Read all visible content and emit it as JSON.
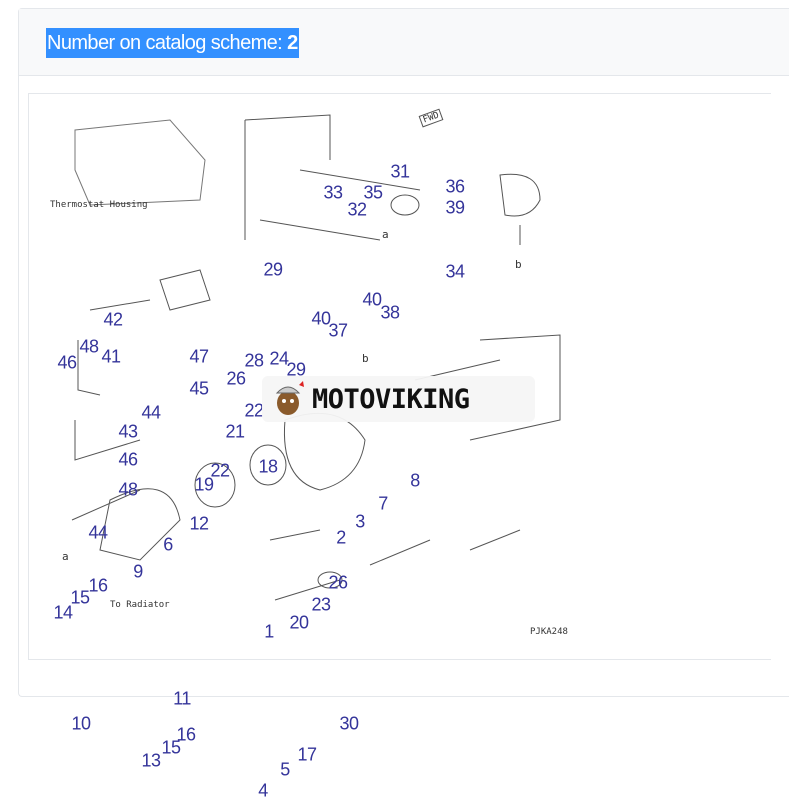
{
  "header": {
    "label": "Number on catalog scheme:",
    "value": "2"
  },
  "diagram": {
    "callouts": [
      "31",
      "33",
      "35",
      "36",
      "32",
      "39",
      "29",
      "34",
      "40",
      "38",
      "40",
      "37",
      "42",
      "48",
      "41",
      "46",
      "47",
      "28",
      "24",
      "29",
      "26",
      "45",
      "44",
      "22",
      "43",
      "21",
      "46",
      "18",
      "22",
      "8",
      "19",
      "48",
      "7",
      "12",
      "3",
      "44",
      "2",
      "6",
      "9",
      "26",
      "16",
      "15",
      "23",
      "14",
      "20",
      "1"
    ],
    "overflow_callouts": [
      "11",
      "10",
      "30",
      "16",
      "15",
      "13",
      "17",
      "5",
      "4"
    ],
    "annotations": {
      "fwd": "FWD",
      "a1": "a",
      "a2": "a",
      "b1": "b",
      "b2": "b",
      "thermostat": "Thermostat Housing",
      "radiator": "To Radiator",
      "drawing_code": "PJKA248"
    },
    "watermark": "MOTOVIKING",
    "callout_color": "#34349a",
    "highlight_color": "#3390ff"
  }
}
